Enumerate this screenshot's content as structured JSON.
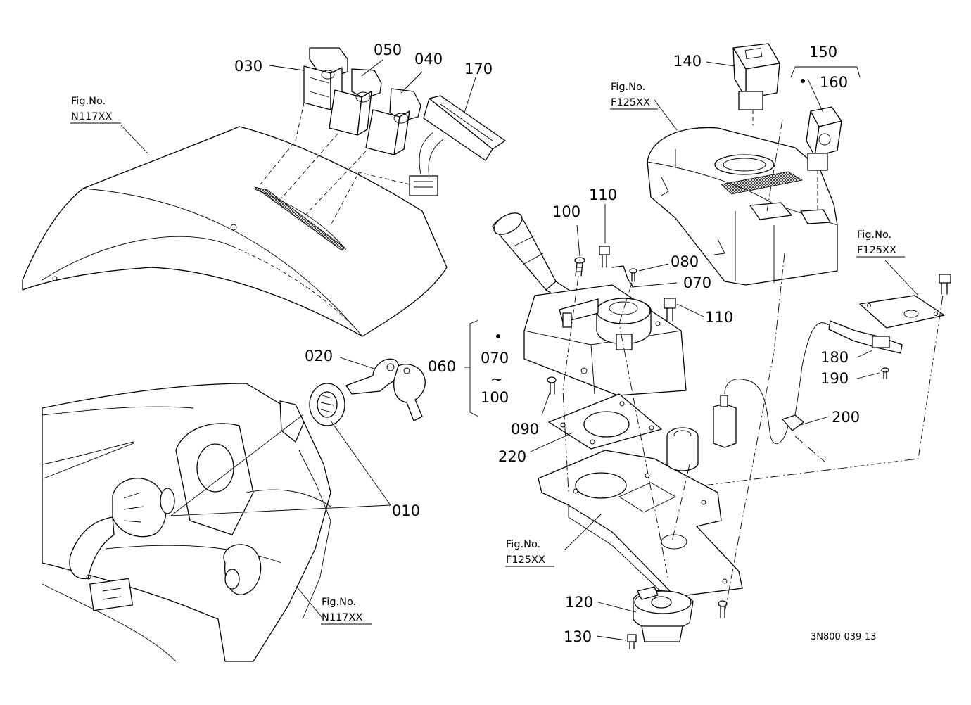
{
  "callouts": {
    "p010": "010",
    "p020": "020",
    "p030": "030",
    "p040": "040",
    "p050": "050",
    "p060": "060",
    "p070a": "070",
    "p070b": "070",
    "p080": "080",
    "p090": "090",
    "p100a": "100",
    "p100b": "100",
    "p110a": "110",
    "p110b": "110",
    "p120": "120",
    "p130": "130",
    "p140": "140",
    "p150": "150",
    "p160": "160",
    "p170": "170",
    "p180": "180",
    "p190": "190",
    "p200": "200",
    "p220": "220",
    "range_sep": "~"
  },
  "figure_refs": {
    "top_left_label": "Fig.No.",
    "top_left_code": "N117XX",
    "bottom_left_label": "Fig.No.",
    "bottom_left_code": "N117XX",
    "top_center_label": "Fig.No.",
    "top_center_code": "F125XX",
    "right_label": "Fig.No.",
    "right_code": "F125XX",
    "bottom_center_label": "Fig.No.",
    "bottom_center_code": "F125XX"
  },
  "diagram_code": "3N800-039-13",
  "colors": {
    "ink": "#000000",
    "paper": "#ffffff"
  }
}
